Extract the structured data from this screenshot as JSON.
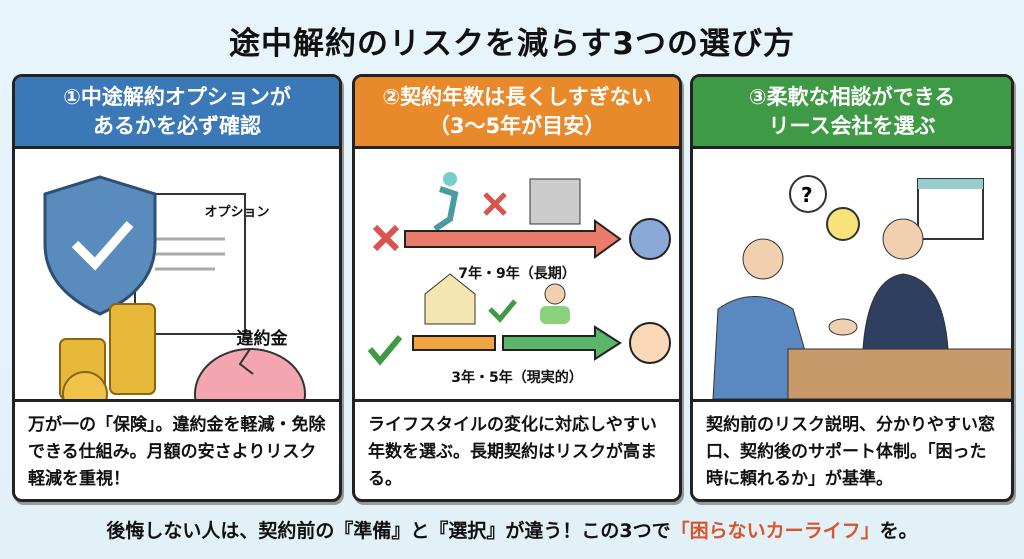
{
  "title": "途中解約のリスクを減らす3つの選び方",
  "panels": [
    {
      "head1": "①中途解約オプションが",
      "head2": "あるかを必ず確認",
      "art_doc": "オプション",
      "art_pig": "違約金",
      "desc": "万が一の「保険」。違約金を軽減・免除できる仕組み。月額の安さよりリスク軽減を重視！"
    },
    {
      "head1": "②契約年数は長くしすぎない",
      "head2": "（3〜5年が目安）",
      "label_long": "7年・9年（長期）",
      "label_short": "3年・5年（現実的）",
      "desc": "ライフスタイルの変化に対応しやすい年数を選ぶ。長期契約はリスクが高まる。"
    },
    {
      "head1": "③柔軟な相談ができる",
      "head2": "リース会社を選ぶ",
      "desc": "契約前のリスク説明、分かりやすい窓口、契約後のサポート体制。「困った時に頼れるか」が基準。"
    }
  ],
  "footer": {
    "pre": "後悔しない人は、契約前の『準備』と『選択』が違う！この3つで",
    "highlight": "「困らないカーライフ」",
    "post": "を。"
  },
  "colors": {
    "blue": "#3a78b8",
    "orange": "#e8892c",
    "green": "#3f9a45",
    "highlight": "#d9532b"
  }
}
